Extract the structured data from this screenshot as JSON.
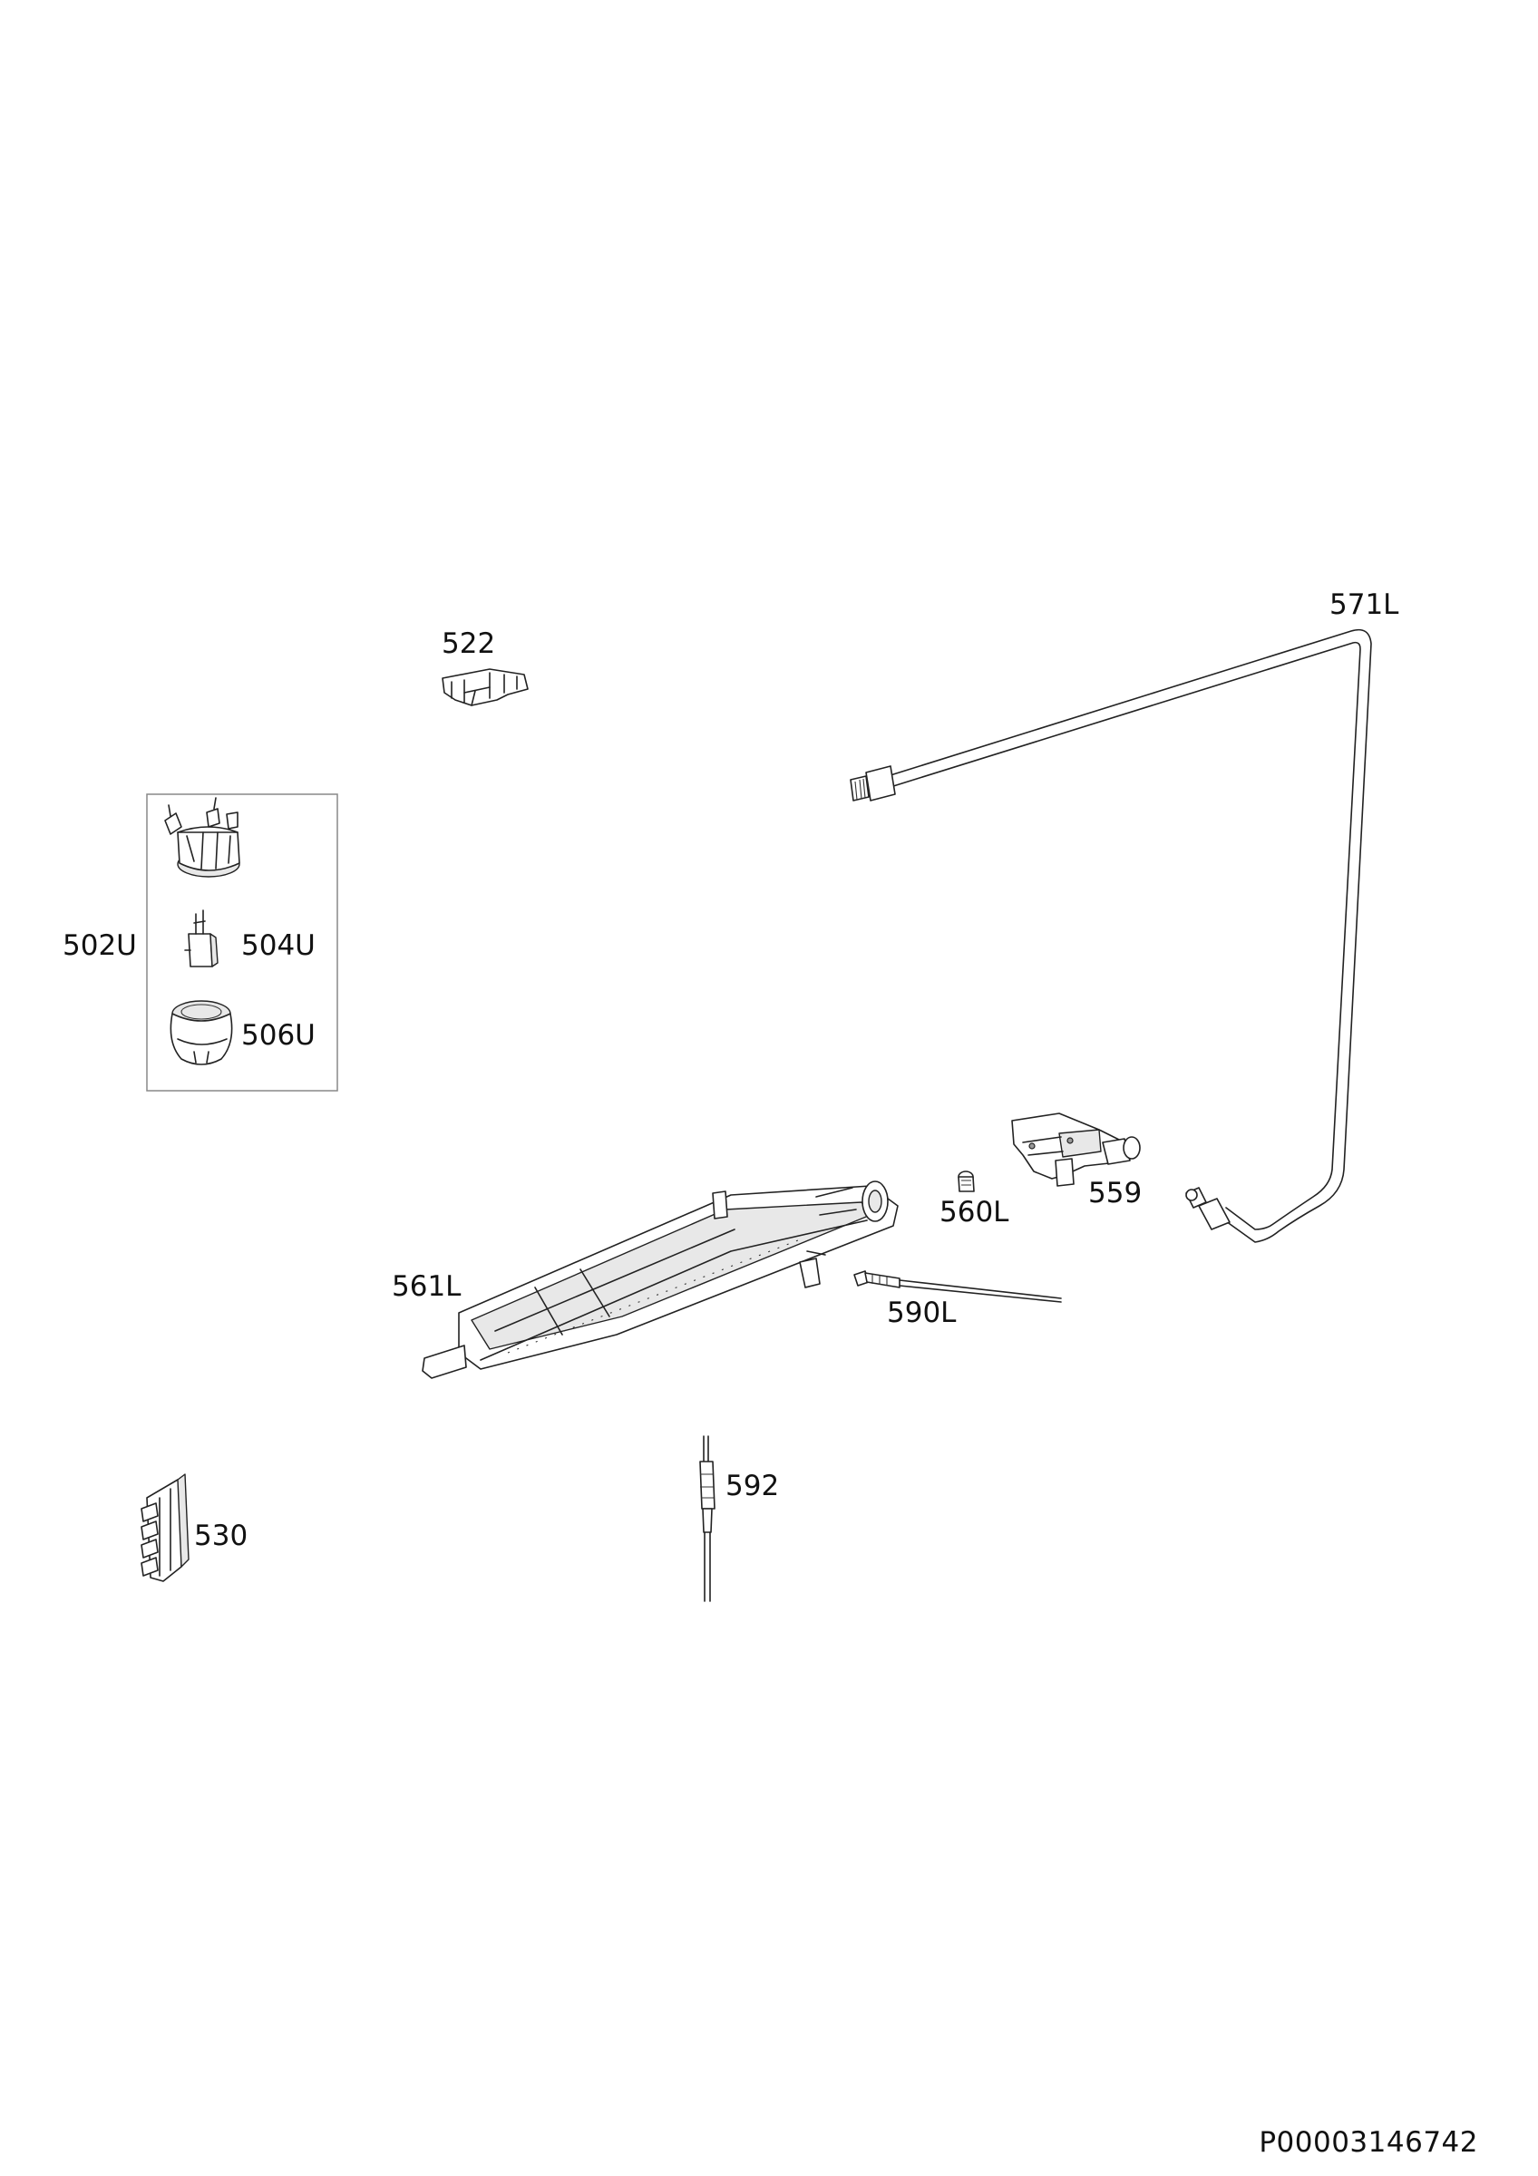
{
  "labels": {
    "p522": "522",
    "p571L": "571L",
    "p502U": "502U",
    "p504U": "504U",
    "p506U": "506U",
    "p559": "559",
    "p560L": "560L",
    "p561L": "561L",
    "p590L": "590L",
    "p530": "530",
    "p592": "592"
  },
  "document_code": "P00003146742"
}
